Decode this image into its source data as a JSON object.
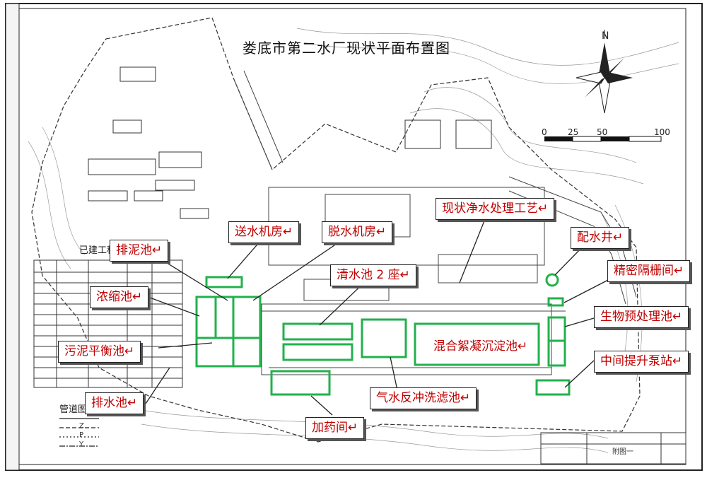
{
  "title": "娄底市第二水厂现状平面布置图",
  "north_label": "N",
  "scale_ticks": [
    "0",
    "25",
    "50",
    "100"
  ],
  "legend_table_title": "已建工程",
  "pipe_legend_title": "管道图例",
  "pipe_legend": [
    "Z",
    "P",
    "Y"
  ],
  "footer_text": "附图一",
  "callouts": {
    "send_pump": "送水机房↵",
    "dewater": "脱水机房↵",
    "process": "现状净水处理工艺↵",
    "distribution_well": "配水井↵",
    "fine_screen": "精密隔栅间↵",
    "sludge_discharge": "排泥池↵",
    "clear_water": "清水池 2 座↵",
    "concentration": "浓缩池↵",
    "bio_pretreat": "生物预处理池↵",
    "mix_floc_settle": "混合絮凝沉淀池↵",
    "sludge_balance": "污泥平衡池↵",
    "mid_lift_pump": "中间提升泵站↵",
    "air_water_filter": "气水反冲洗滤池↵",
    "drain_pool": "排水池↵",
    "dosing": "加药间↵"
  },
  "colors": {
    "callout_text": "#c00000",
    "facility_outline": "#22b14c",
    "drawing": "#333333"
  }
}
